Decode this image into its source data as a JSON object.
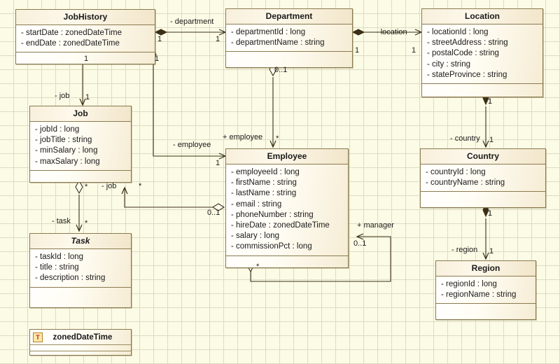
{
  "diagram": {
    "type": "uml-class-diagram",
    "background": "#fcfce6",
    "grid_color": "#dcdcc4",
    "border_color": "#8a7a50",
    "line_color": "#3a2f14"
  },
  "classes": {
    "jobhistory": {
      "name": "JobHistory",
      "abstract": false,
      "attributes": [
        "- startDate : zonedDateTime",
        "- endDate : zonedDateTime"
      ]
    },
    "job": {
      "name": "Job",
      "abstract": false,
      "attributes": [
        "- jobId : long",
        "- jobTitle : string",
        "- minSalary : long",
        "- maxSalary : long"
      ]
    },
    "task": {
      "name": "Task",
      "abstract": true,
      "attributes": [
        "- taskId : long",
        "- title : string",
        "- description : string"
      ]
    },
    "department": {
      "name": "Department",
      "abstract": false,
      "attributes": [
        "- departmentId : long",
        "- departmentName : string"
      ]
    },
    "employee": {
      "name": "Employee",
      "abstract": false,
      "attributes": [
        "- employeeId : long",
        "- firstName : string",
        "- lastName : string",
        "- email : string",
        "- phoneNumber : string",
        "- hireDate : zonedDateTime",
        "- salary : long",
        "- commissionPct : long"
      ]
    },
    "location": {
      "name": "Location",
      "abstract": false,
      "attributes": [
        "- locationId : long",
        "- streetAddress : string",
        "- postalCode : string",
        "- city : string",
        "- stateProvince : string"
      ]
    },
    "country": {
      "name": "Country",
      "abstract": false,
      "attributes": [
        "- countryId : long",
        "- countryName : string"
      ]
    },
    "region": {
      "name": "Region",
      "abstract": false,
      "attributes": [
        "- regionId : long",
        "- regionName : string"
      ]
    }
  },
  "datatype": {
    "icon": "T",
    "name": "zonedDateTime"
  },
  "associations": [
    {
      "id": "jobhistory-department",
      "role": "- department",
      "source_mult": "1",
      "target_mult": "1"
    },
    {
      "id": "jobhistory-job",
      "role": "- job",
      "source_mult": "1",
      "target_mult": "1"
    },
    {
      "id": "jobhistory-employee",
      "role": "- employee",
      "source_mult": "1",
      "target_mult": "1"
    },
    {
      "id": "department-location",
      "role": "- location",
      "source_mult": "1",
      "target_mult": "1"
    },
    {
      "id": "department-employee",
      "role": "+ employee",
      "source_mult": "0..1",
      "target_mult": "*"
    },
    {
      "id": "employee-job",
      "role": "- job",
      "source_mult": "0..1",
      "target_mult": "*"
    },
    {
      "id": "job-task",
      "role": "- task",
      "source_mult": "*",
      "target_mult": "*"
    },
    {
      "id": "employee-manager",
      "role": "+ manager",
      "source_mult": "*",
      "target_mult": "0..1"
    },
    {
      "id": "location-country",
      "role": "- country",
      "source_mult": "1",
      "target_mult": "1"
    },
    {
      "id": "country-region",
      "role": "- region",
      "source_mult": "1",
      "target_mult": "1"
    }
  ],
  "labels": {
    "job_diamond_mult": "*",
    "job_arrow_mult": "*"
  }
}
